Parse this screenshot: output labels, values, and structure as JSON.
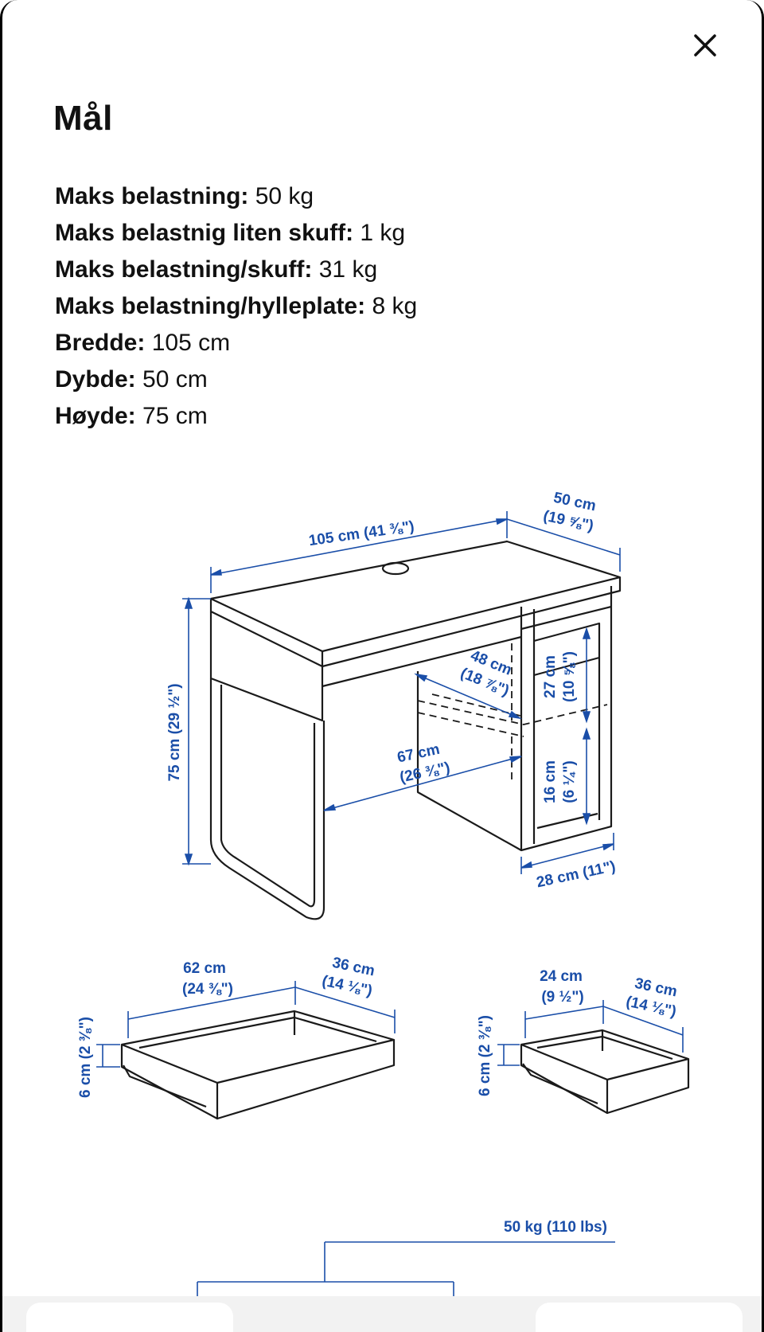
{
  "modal": {
    "title": "Mål",
    "close_icon": "close-icon"
  },
  "specs": [
    {
      "label": "Maks belastning:",
      "value": " 50 kg"
    },
    {
      "label": "Maks belastnig liten skuff:",
      "value": " 1 kg"
    },
    {
      "label": "Maks belastning/skuff:",
      "value": " 31 kg"
    },
    {
      "label": "Maks belastning/hylleplate:",
      "value": " 8 kg"
    },
    {
      "label": "Bredde:",
      "value": " 105 cm"
    },
    {
      "label": "Dybde:",
      "value": " 50 cm"
    },
    {
      "label": "Høyde:",
      "value": " 75 cm"
    }
  ],
  "diagram": {
    "accent": "#1a4ea8",
    "desk": {
      "width": "105 cm (41 ⅜\")",
      "depth_cm": "50 cm",
      "depth_in": "(19 ⅝\")",
      "height": "75 cm (29 ½\")",
      "inner_depth_cm": "48 cm",
      "inner_depth_in": "(18 ⅞\")",
      "inner_width_cm": "67 cm",
      "inner_width_in": "(26 ⅜\")",
      "upper_h_cm": "27 cm",
      "upper_h_in": "(10 ⅝\")",
      "lower_h_cm": "16 cm",
      "lower_h_in": "(6 ¼\")",
      "cabinet_w": "28 cm (11\")"
    },
    "big_drawer": {
      "width_cm": "62 cm",
      "width_in": "(24 ⅜\")",
      "depth_cm": "36 cm",
      "depth_in": "(14 ⅛\")",
      "height": "6 cm (2 ⅜\")"
    },
    "small_drawer": {
      "width_cm": "24 cm",
      "width_in": "(9 ½\")",
      "depth_cm": "36 cm",
      "depth_in": "(14 ⅛\")",
      "height": "6 cm (2 ⅜\")"
    },
    "load": "50 kg (110 lbs)"
  }
}
